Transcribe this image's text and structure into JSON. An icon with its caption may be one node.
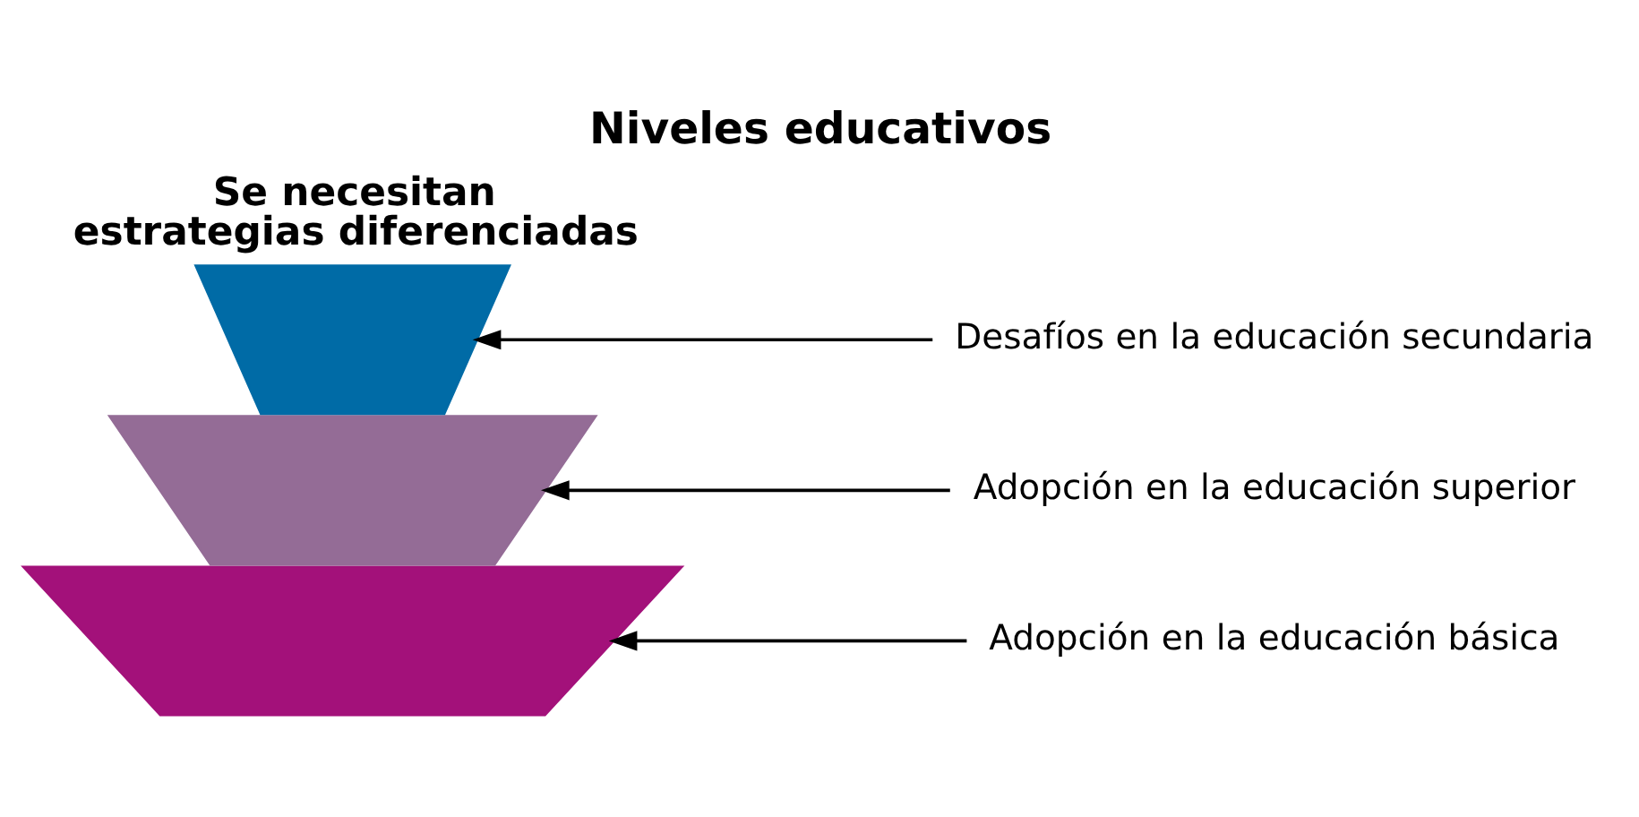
{
  "diagram": {
    "title": "Niveles educativos",
    "caption": "Se necesitan estrategias diferenciadas",
    "nodes": [
      {
        "text": [],
        "shape": "trapezoid"
      },
      {
        "text": [],
        "shape": "trapezoid"
      },
      {
        "text": [],
        "shape": "trapezoid"
      },
      {
        "text": [
          "Adopción en la educación básica"
        ]
      },
      {
        "text": [
          "Adopción en la educación superior"
        ]
      },
      {
        "text": [
          "Desafíos en la educación secundaria"
        ]
      }
    ],
    "edges": [
      {
        "from": 3,
        "to": 0,
        "arrow": "to"
      },
      {
        "from": 4,
        "to": 1,
        "arrow": "to"
      },
      {
        "from": 5,
        "to": 2,
        "arrow": "to"
      }
    ]
  }
}
